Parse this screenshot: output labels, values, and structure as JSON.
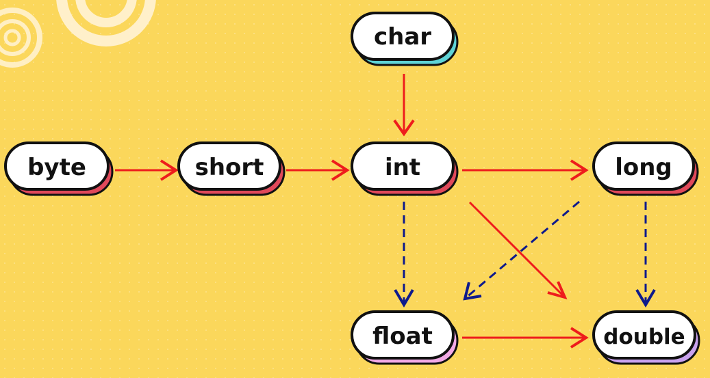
{
  "nodes": [
    {
      "id": "char",
      "label": "char",
      "accent": "#5fd3d6"
    },
    {
      "id": "byte",
      "label": "byte",
      "accent": "#e0495a"
    },
    {
      "id": "short",
      "label": "short",
      "accent": "#e0495a"
    },
    {
      "id": "int",
      "label": "int",
      "accent": "#e0495a"
    },
    {
      "id": "long",
      "label": "long",
      "accent": "#e0495a"
    },
    {
      "id": "float",
      "label": "float",
      "accent": "#f2a9e6"
    },
    {
      "id": "double",
      "label": "double",
      "accent": "#c9a2ef"
    }
  ],
  "edges": [
    {
      "from": "char",
      "to": "int",
      "style": "solid"
    },
    {
      "from": "byte",
      "to": "short",
      "style": "solid"
    },
    {
      "from": "short",
      "to": "int",
      "style": "solid"
    },
    {
      "from": "int",
      "to": "long",
      "style": "solid"
    },
    {
      "from": "int",
      "to": "float",
      "style": "dashed"
    },
    {
      "from": "int",
      "to": "double",
      "style": "solid"
    },
    {
      "from": "long",
      "to": "float",
      "style": "dashed"
    },
    {
      "from": "long",
      "to": "double",
      "style": "dashed"
    },
    {
      "from": "float",
      "to": "double",
      "style": "solid"
    }
  ],
  "colors": {
    "background": "#fbd75b",
    "solid_edge": "#ee1c1c",
    "dashed_edge": "#0e1a8c",
    "node_fill": "#ffffff",
    "node_border": "#111111"
  }
}
